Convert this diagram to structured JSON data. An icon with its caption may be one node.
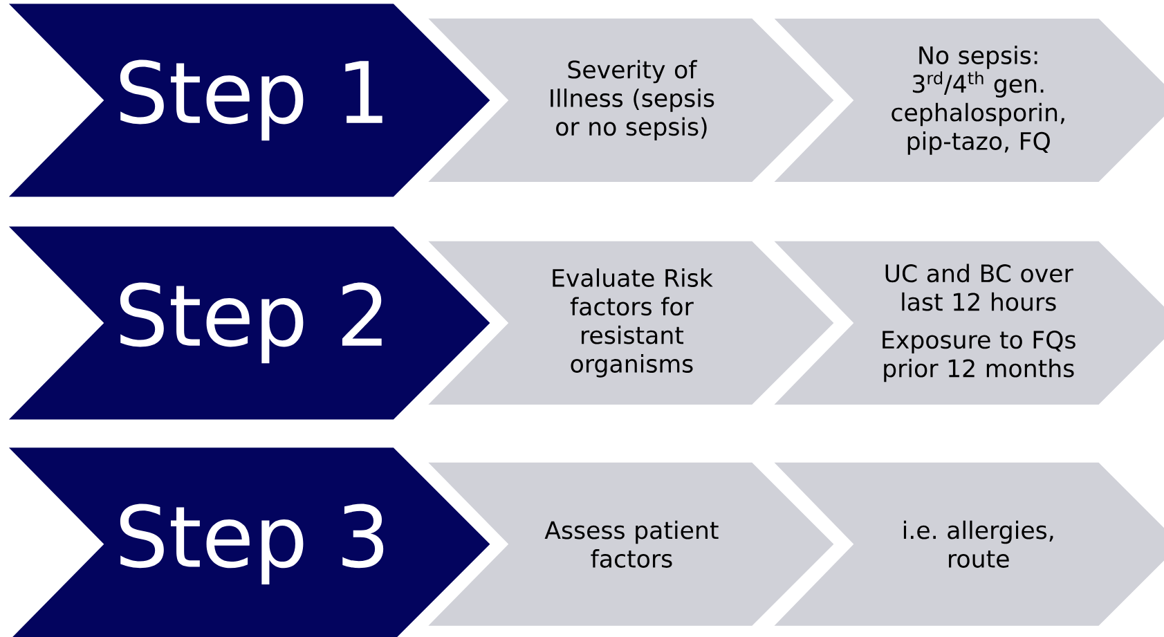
{
  "diagram": {
    "nodes": [
      {
        "text": [
          "Step 1"
        ]
      },
      {
        "text": [
          "Severity of Illness (sepsis or no sepsis)"
        ]
      },
      {
        "text": [
          "No sepsis: 3$^{rd}$/4$^{th}$ gen. cephalosporin, pip-tazo, FQ"
        ]
      },
      {
        "text": [
          "Step 2"
        ]
      },
      {
        "text": [
          "Evaluate Risk factors for resistant organisms"
        ]
      },
      {
        "text": [
          "UC and BC over last 12 hours",
          "Exposure to FQs prior 12 months"
        ]
      },
      {
        "text": [
          "Step 3"
        ]
      },
      {
        "text": [
          "Assess patient factors"
        ]
      },
      {
        "text": [
          "i.e. allergies, route"
        ]
      }
    ]
  }
}
